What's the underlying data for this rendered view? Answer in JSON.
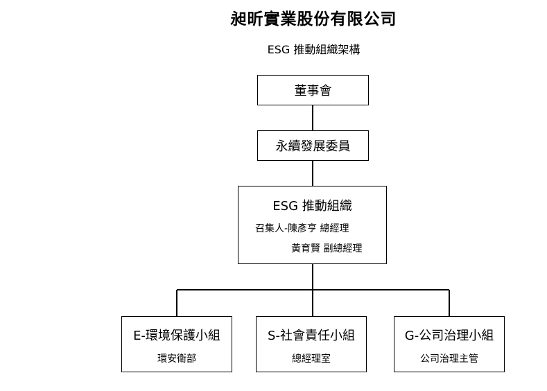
{
  "header": {
    "company": "昶昕實業股份有限公司",
    "subtitle": "ESG 推動組織架構"
  },
  "org": {
    "board": "董事會",
    "committee": "永續發展委員",
    "esg": {
      "title": "ESG 推動組織",
      "members": [
        "召集人-陳彥亨  總經理",
        "黃育賢  副總經理"
      ]
    },
    "groups": [
      {
        "name": "E-環境保護小組",
        "dept": "環安衛部"
      },
      {
        "name": "S-社會責任小組",
        "dept": "總經理室"
      },
      {
        "name": "G-公司治理小組",
        "dept": "公司治理主管"
      }
    ]
  }
}
